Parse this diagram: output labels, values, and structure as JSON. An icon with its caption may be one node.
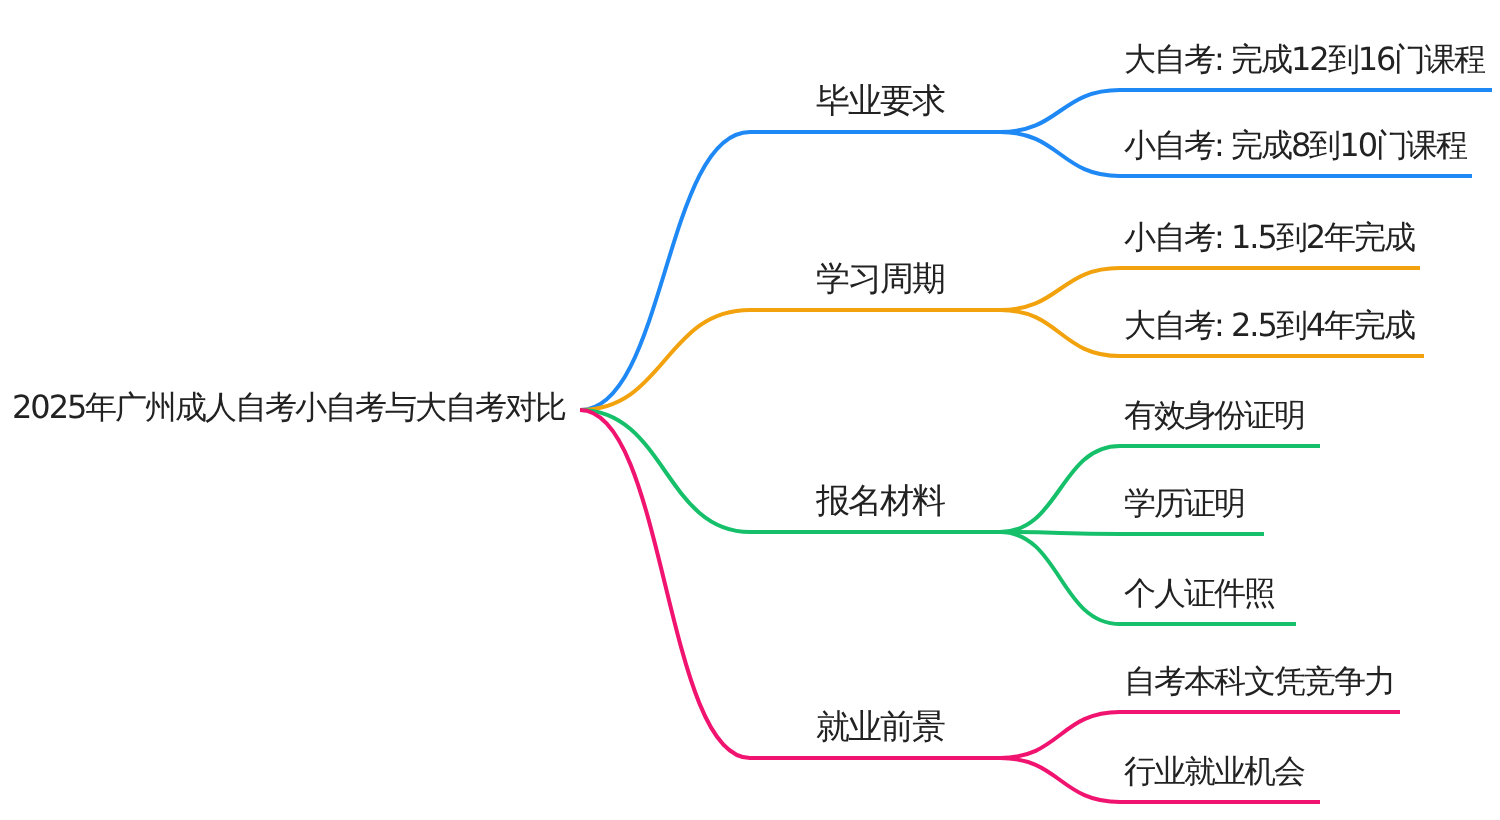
{
  "diagram": {
    "nodes": [
      {
        "text": [
          "2025年广州成人自考小自考与大自考对比"
        ]
      },
      {
        "text": [
          "毕业要求"
        ]
      },
      {
        "text": [
          "大自考: 完成12到16门课程"
        ]
      },
      {
        "text": [
          "小自考: 完成8到10门课程"
        ]
      },
      {
        "text": [
          "学习周期"
        ]
      },
      {
        "text": [
          "小自考: 1.5到2年完成"
        ]
      },
      {
        "text": [
          "大自考: 2.5到4年完成"
        ]
      },
      {
        "text": [
          "报名材料"
        ]
      },
      {
        "text": [
          "有效身份证明"
        ]
      },
      {
        "text": [
          "学历证明"
        ]
      },
      {
        "text": [
          "个人证件照"
        ]
      },
      {
        "text": [
          "就业前景"
        ]
      },
      {
        "text": [
          "自考本科文凭竞争力"
        ]
      },
      {
        "text": [
          "行业就业机会"
        ]
      }
    ],
    "edges": [
      {
        "from": 0,
        "to": 1,
        "arrow": "none",
        "color": "#1e88f5"
      },
      {
        "from": 1,
        "to": 2,
        "arrow": "none",
        "color": "#1e88f5"
      },
      {
        "from": 1,
        "to": 3,
        "arrow": "none",
        "color": "#1e88f5"
      },
      {
        "from": 0,
        "to": 4,
        "arrow": "none",
        "color": "#f2a20c"
      },
      {
        "from": 4,
        "to": 5,
        "arrow": "none",
        "color": "#f2a20c"
      },
      {
        "from": 4,
        "to": 6,
        "arrow": "none",
        "color": "#f2a20c"
      },
      {
        "from": 0,
        "to": 7,
        "arrow": "none",
        "color": "#16c06a"
      },
      {
        "from": 7,
        "to": 8,
        "arrow": "none",
        "color": "#16c06a"
      },
      {
        "from": 7,
        "to": 9,
        "arrow": "none",
        "color": "#16c06a"
      },
      {
        "from": 7,
        "to": 10,
        "arrow": "none",
        "color": "#16c06a"
      },
      {
        "from": 0,
        "to": 11,
        "arrow": "none",
        "color": "#f0136f"
      },
      {
        "from": 11,
        "to": 12,
        "arrow": "none",
        "color": "#f0136f"
      },
      {
        "from": 11,
        "to": 13,
        "arrow": "none",
        "color": "#f0136f"
      }
    ]
  }
}
